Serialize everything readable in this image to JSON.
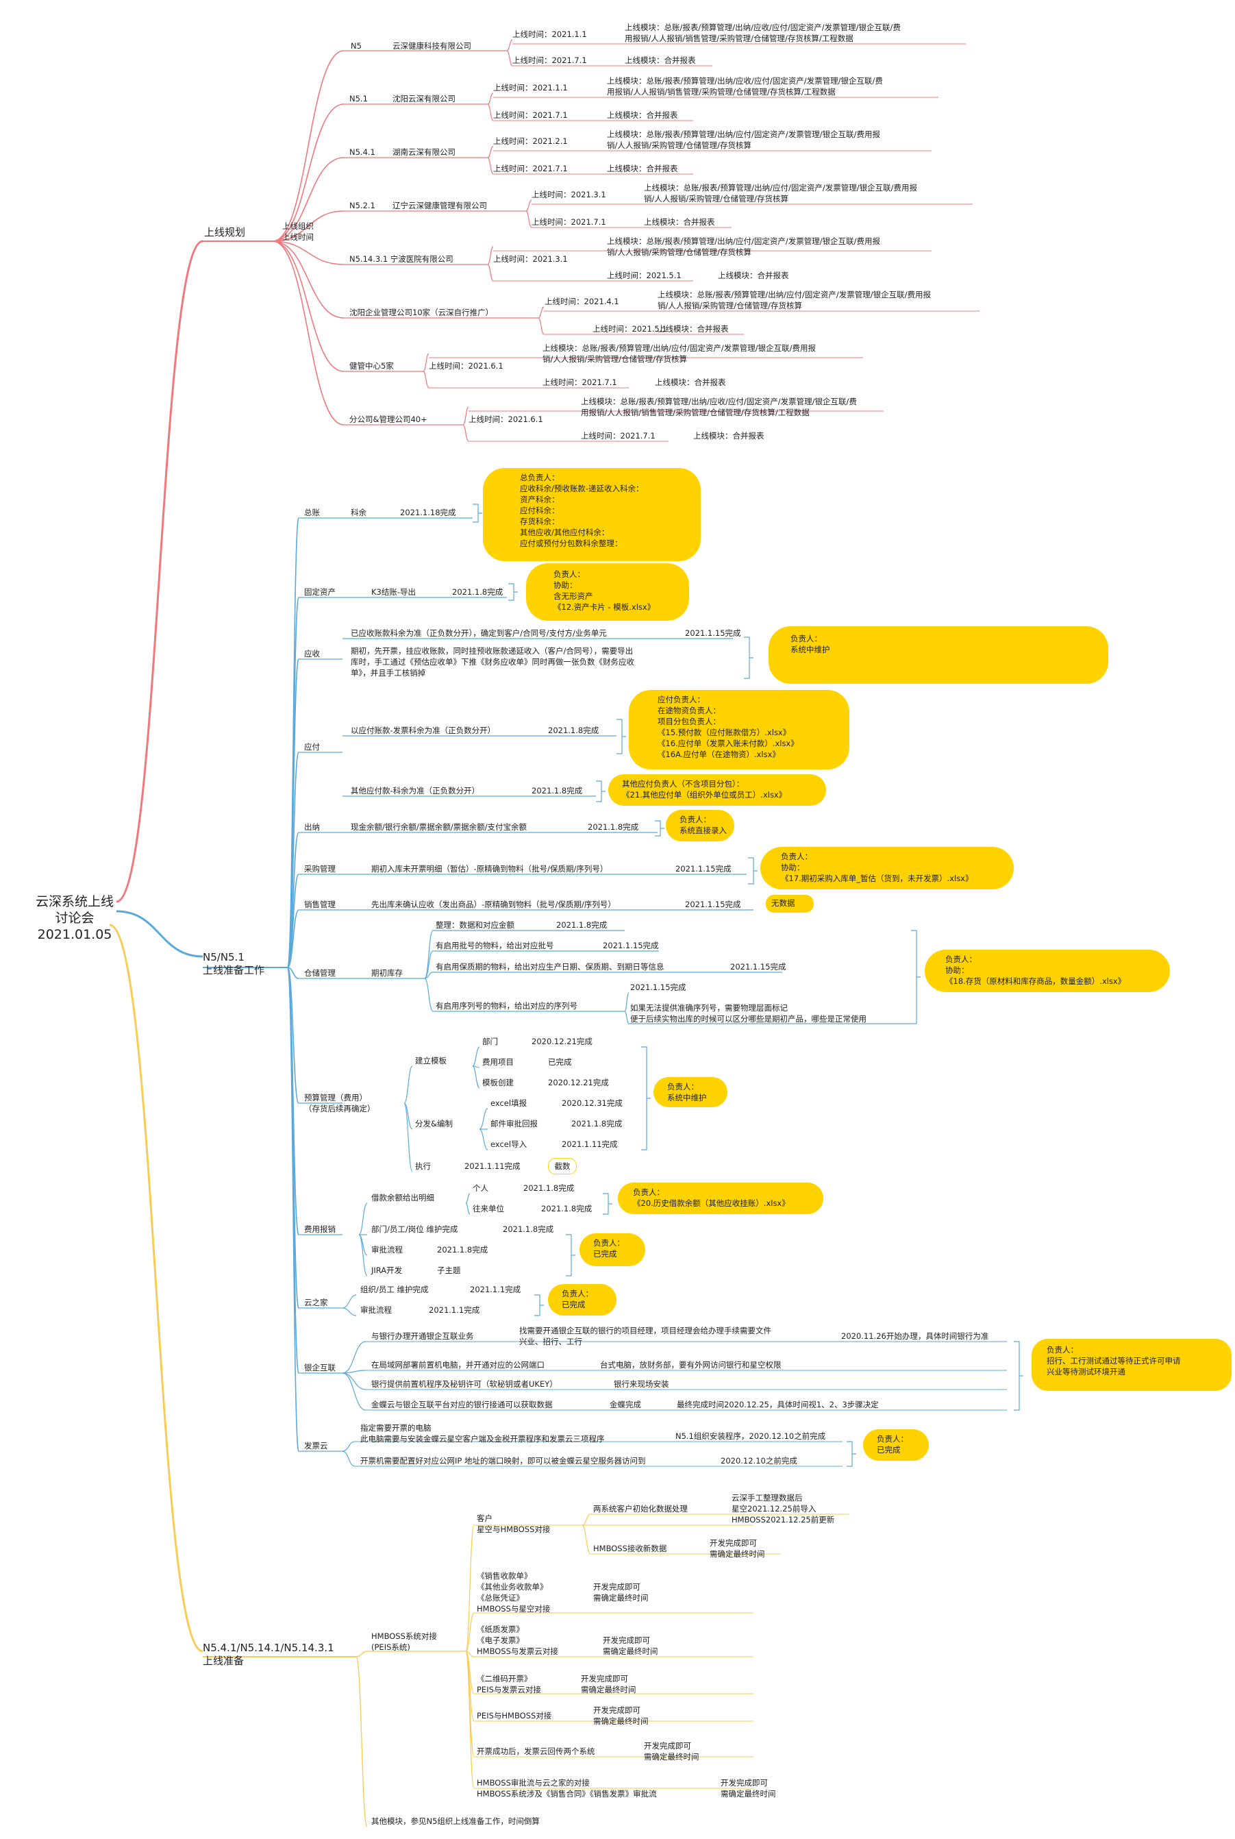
{
  "root": "云深系统上线\n讨论会\n2021.01.05",
  "b_plan": "上线规划",
  "plan_sub": "上线组织\n上线时间",
  "plan": {
    "n5_code": "N5",
    "n5_org": "云深健康科技有限公司",
    "n5_t1": "上线时间：2021.1.1",
    "n5_m1": "上线模块：总账/报表/预算管理/出纳/应收/应付/固定资产/发票管理/银企互联/费\n用报销/人人报销/销售管理/采购管理/仓储管理/存货核算/工程数据",
    "n5_t2": "上线时间：2021.7.1",
    "n5_m2": "上线模块：合并报表",
    "n51_code": "N5.1",
    "n51_org": "沈阳云深有限公司",
    "n51_t1": "上线时间：2021.1.1",
    "n51_m1": "上线模块：总账/报表/预算管理/出纳/应收/应付/固定资产/发票管理/银企互联/费\n用报销/人人报销/销售管理/采购管理/仓储管理/存货核算/工程数据",
    "n51_t2": "上线时间：2021.7.1",
    "n51_m2": "上线模块：合并报表",
    "n541_code": "N5.4.1",
    "n541_org": "湖南云深有限公司",
    "n541_t1": "上线时间：2021.2.1",
    "n541_m1": "上线模块：总账/报表/预算管理/出纳/应付/固定资产/发票管理/银企互联/费用报\n销/人人报销/采购管理/仓储管理/存货核算",
    "n541_t2": "上线时间：2021.7.1",
    "n541_m2": "上线模块：合并报表",
    "n521_code": "N5.2.1",
    "n521_org": "辽宁云深健康管理有限公司",
    "n521_t1": "上线时间：2021.3.1",
    "n521_m1": "上线模块：总账/报表/预算管理/出纳/应付/固定资产/发票管理/银企互联/费用报\n销/人人报销/采购管理/仓储管理/存货核算",
    "n521_t2": "上线时间：2021.7.1",
    "n521_m2": "上线模块：合并报表",
    "n5141_org": "N5.14.3.1 宁波医院有限公司",
    "n5141_t1": "上线时间：2021.3.1",
    "n5141_m1": "上线模块：总账/报表/预算管理/出纳/应付/固定资产/发票管理/银企互联/费用报\n销/人人报销/采购管理/仓储管理/存货核算",
    "n5141_t2": "上线时间：2021.5.1",
    "n5141_m2": "上线模块：合并报表",
    "sy_org": "沈阳企业管理公司10家（云深自行推广）",
    "sy_t1": "上线时间：2021.4.1",
    "sy_m1": "上线模块：总账/报表/预算管理/出纳/应付/固定资产/发票管理/银企互联/费用报\n销/人人报销/采购管理/仓储管理/存货核算",
    "sy_t2": "上线时间：2021.5.1",
    "sy_m2": "上线模块：合并报表",
    "jk_org": "健管中心5家",
    "jk_t1": "上线时间：2021.6.1",
    "jk_m1": "上线模块：总账/报表/预算管理/出纳/应付/固定资产/发票管理/银企互联/费用报\n销/人人报销/采购管理/仓储管理/存货核算",
    "jk_t2": "上线时间：2021.7.1",
    "jk_m2": "上线模块：合并报表",
    "fg_org": "分公司&管理公司40+",
    "fg_t1": "上线时间：2021.6.1",
    "fg_m1": "上线模块：总账/报表/预算管理/出纳/应收/应付/固定资产/发票管理/银企互联/费\n用报销/人人报销/销售管理/采购管理/仓储管理/存货核算/工程数据",
    "fg_t2": "上线时间：2021.7.1",
    "fg_m2": "上线模块：合并报表"
  },
  "b_prep": "N5/N5.1\n上线准备工作",
  "prep": {
    "zz": "总账",
    "zz_ye": "科余",
    "zz_d": "2021.1.18完成",
    "zz_note": "总负责人：\n应收科余/预收账款-递延收入科余：\n资产科余：\n应付科余：\n存货科余：\n其他应收/其他应付科余：\n应付或预付分包数科余整理：",
    "gd": "固定资产",
    "gd_k": "K3结账-导出",
    "gd_d": "2021.1.8完成",
    "gd_note": "负责人：\n协助：\n含无形资产\n《12.资产卡片 - 模板.xlsx》",
    "ys": "应收",
    "ys_1": "已应收账款科余为准（正负数分开），确定到客户/合同号/支付方/业务单元",
    "ys_1d": "2021.1.15完成",
    "ys_2": "期初，先开票，挂应收账款，同时挂预收账款递延收入（客户/合同号），需要导出\n库时，手工通过《预估应收单》下推《财务应收单》同时再做一张负数《财务应收\n单》，并且手工核销掉",
    "ys_note": "负责人：\n系统中维护",
    "yf": "应付",
    "yf_1": "以应付账款-发票科余为准（正负数分开）",
    "yf_1d": "2021.1.8完成",
    "yf_note": "应付负责人：\n在途物资负责人：\n项目分包负责人：\n《15.预付款（应付账款借方）.xlsx》\n《16.应付单（发票入账未付款）.xlsx》\n《16A.应付单（在途物资）.xlsx》",
    "yf_2": "其他应付款-科余为准（正负数分开）",
    "yf_2d": "2021.1.8完成",
    "yf2_note": "其他应付负责人（不含项目分包）：\n《21.其他应付单（组织外单位或员工）.xlsx》",
    "cn": "出纳",
    "cn_1": "现金余额/银行余额/票据余额/票据余额/支付宝余额",
    "cn_d": "2021.1.8完成",
    "cn_note": "负责人：\n系统直接录入",
    "cg": "采购管理",
    "cg_1": "期初入库未开票明细（暂估）-原精确到物料（批号/保质期/序列号）",
    "cg_d": "2021.1.15完成",
    "cg_note": "负责人：\n协助：\n《17.期初采购入库单_暂估（货到，未开发票）.xlsx》",
    "xs": "销售管理",
    "xs_1": "先出库未确认应收（发出商品）-原精确到物料（批号/保质期/序列号）",
    "xs_d": "2021.1.15完成",
    "xs_note": "无数据",
    "cc": "仓储管理",
    "cc_kc": "期初库存",
    "cc_1": "整理：数据和对应金额",
    "cc_1d": "2021.1.8完成",
    "cc_2": "有启用批号的物料，给出对应批号",
    "cc_2d": "2021.1.15完成",
    "cc_3": "有启用保质期的物料，给出对应生产日期、保质期、到期日等信息",
    "cc_3d": "2021.1.15完成",
    "cc_4": "有启用序列号的物料，给出对应的序列号",
    "cc_4d": "2021.1.15完成",
    "cc_4b": "如果无法提供准确序列号，需要物理层面标记\n便于后续实物出库的时候可以区分哪些是期初产品，哪些是正常使用",
    "cc_note": "负责人：\n协助：\n《18.存货（原材料和库存商品，数量金额）.xlsx》",
    "ysgl": "预算管理（费用）\n（存货后续再确定）",
    "ys_jl": "建立模板",
    "ys_bm": "部门",
    "ys_bmd": "2020.12.21完成",
    "ys_fy": "费用项目",
    "ys_fyd": "已完成",
    "ys_mb": "模板创建",
    "ys_mbd": "2020.12.21完成",
    "ys_ff": "分发&编制",
    "ys_ex": "excel填报",
    "ys_exd": "2020.12.31完成",
    "ys_yj": "邮件审批回报",
    "ys_yjd": "2021.1.8完成",
    "ys_dr": "excel导入",
    "ys_drd": "2021.1.11完成",
    "ys_zx": "执行",
    "ys_zxd": "2021.1.11完成",
    "ys_zx_tag": "截数",
    "fy": "费用报销",
    "fy_jk": "借款余额给出明细",
    "fy_gr": "个人",
    "fy_grd": "2021.1.8完成",
    "fy_wl": "往来单位",
    "fy_wld": "2021.1.8完成",
    "fy_note": "负责人：\n《20.历史借款余额（其他应收挂账）.xlsx》",
    "fy_2": "部门/员工/岗位 维护完成",
    "fy_2d": "2021.1.8完成",
    "fy_3": "审批流程",
    "fy_3d": "2021.1.8完成",
    "fy_4": "JIRA开发",
    "fy_4d": "子主题",
    "fy2_note": "负责人：\n已完成",
    "yzj": "云之家",
    "yzj_1": "组织/员工 维护完成",
    "yzj_1d": "2021.1.1完成",
    "yzj_2": "审批流程",
    "yzj_2d": "2021.1.1完成",
    "yzj_note": "负责人：\n已完成",
    "yq": "银企互联",
    "yq_1": "与银行办理开通银企互联业务",
    "yq_1b": "找需要开通银企互联的银行的项目经理，项目经理会给办理手续需要文件\n兴业、招行、工行",
    "yq_1d": "2020.11.26开始办理，具体时间银行为准",
    "yq_2": "在局域网部署前置机电脑，并开通对应的公网端口",
    "yq_2b": "台式电脑，放财务部，要有外网访问银行和星空权限",
    "yq_3": "银行提供前置机程序及秘钥许可（软秘钥或者UKEY）",
    "yq_3b": "银行来现场安装",
    "yq_4": "金蝶云与银企互联平台对应的银行接通可以获取数据",
    "yq_4b": "金蝶完成",
    "yq_4c": "最终完成时间2020.12.25，具体时间视1、2、3步骤决定",
    "yq_note": "负责人：\n招行、工行测试通过等待正式许可申请\n兴业等待测试环境开通",
    "fp": "发票云",
    "fp_1": "指定需要开票的电脑\n此电脑需要与安装金蝶云星空客户端及金税开票程序和发票云三项程序",
    "fp_1d": "N5.1组织安装程序，2020.12.10之前完成",
    "fp_2": "开票机需要配置好对应公网IP 地址的端口映射，即可以被金蝶云星空服务器访问到",
    "fp_2d": "2020.12.10之前完成",
    "fp_note": "负责人：\n已完成"
  },
  "b_n54": "N5.4.1/N5.14.1/N5.14.3.1\n上线准备",
  "n54": {
    "hm": "HMBOSS系统对接\n(PEIS系统)",
    "kh": "客户\n星空与HMBOSS对接",
    "kh_1": "两系统客户初始化数据处理",
    "kh_1b": "云深手工整理数据后\n星空2021.12.25前导入\nHMBOSS2021.12.25前更新",
    "kh_2": "HMBOSS接收新数据",
    "kh_2b": "开发完成即可\n需确定最终时间",
    "x1": "《销售收款单》\n《其他业务收款单》\n《总账凭证》\nHMBOSS与星空对接",
    "x1b": "开发完成即可\n需确定最终时间",
    "x2": "《纸质发票》\n《电子发票》\nHMBOSS与发票云对接",
    "x2b": "开发完成即可\n需确定最终时间",
    "x3": "《二维码开票》\nPEIS与发票云对接",
    "x3b": "开发完成即可\n需确定最终时间",
    "x4": "PEIS与HMBOSS对接",
    "x4b": "开发完成即可\n需确定最终时间",
    "x5": "开票成功后，发票云回传两个系统",
    "x5b": "开发完成即可\n需确定最终时间",
    "x6": "HMBOSS审批流与云之家的对接\nHMBOSS系统涉及《销售合同》《销售发票》审批流",
    "x6b": "开发完成即可\n需确定最终时间",
    "other": "其他模块，参见N5组织上线准备工作，时间倒算"
  }
}
